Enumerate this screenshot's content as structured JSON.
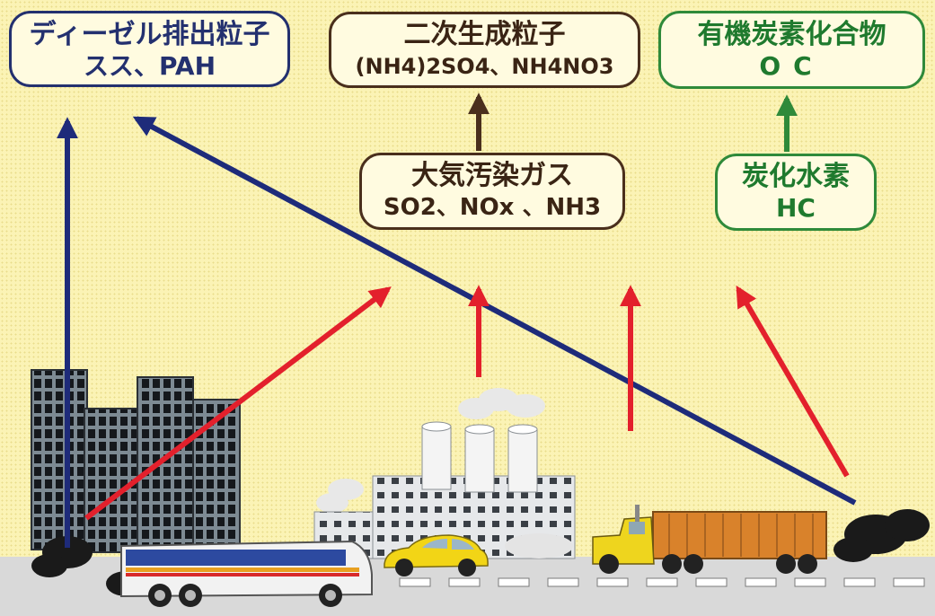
{
  "diesel": {
    "title": "ディーゼル排出粒子",
    "subtitle": "スス、PAH"
  },
  "secondary": {
    "title": "二次生成粒子",
    "subtitle": "(NH4)2SO4、NH4NO3"
  },
  "organic": {
    "title": "有機炭素化合物",
    "subtitle": "OC"
  },
  "gas": {
    "title": "大気汚染ガス",
    "subtitle": "SO2、NOx 、NH3"
  },
  "hydrocarbon": {
    "title": "炭化水素",
    "subtitle": "HC"
  },
  "colors": {
    "navy": "#1e2b7a",
    "red": "#e3202c",
    "brown": "#4a2f1c",
    "green": "#2f8a3a",
    "background": "#fbf3b5"
  }
}
